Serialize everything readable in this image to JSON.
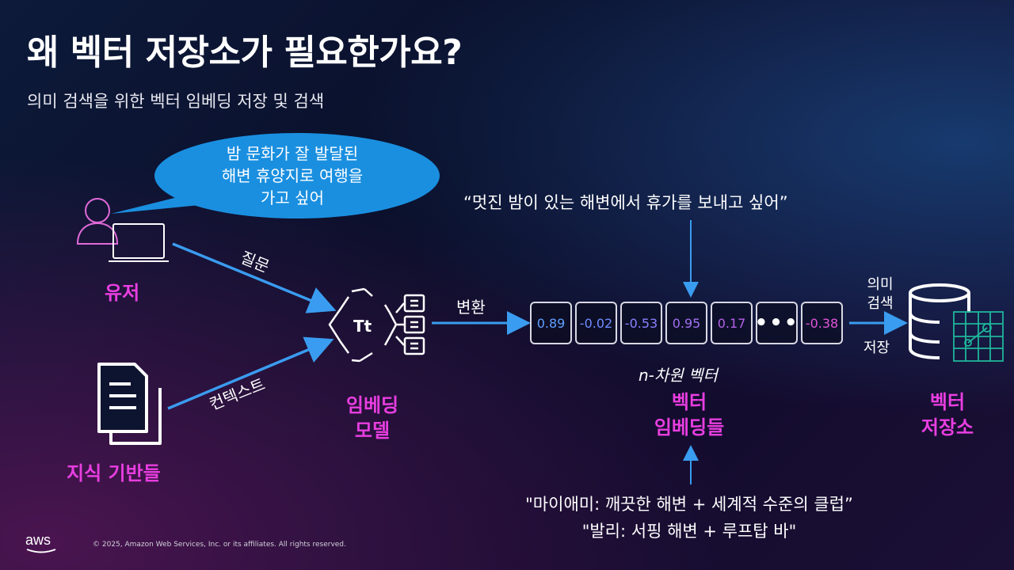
{
  "title": "왜 벡터 저장소가 필요한가요?",
  "subtitle": "의미 검색을 위한 벡터 임베딩 저장 및 검색",
  "bubble": {
    "lines": [
      "밤 문화가 잘 발달된",
      "해변 휴양지로 여행을",
      "가고 싶어"
    ]
  },
  "user_label": "유저",
  "knowledge_label": "지식 기반들",
  "question_label": "질문",
  "context_label": "컨텍스트",
  "embed_model_label": [
    "임베딩",
    "모델"
  ],
  "convert_label": "변환",
  "quote_top": "“멋진 밤이 있는 해변에서 휴가를 보내고 싶어”",
  "vector": {
    "values": [
      {
        "text": "0.89",
        "color": "#5fa0ff"
      },
      {
        "text": "-0.02",
        "color": "#6f8cff"
      },
      {
        "text": "-0.53",
        "color": "#8a80ff"
      },
      {
        "text": "0.95",
        "color": "#a070f0"
      },
      {
        "text": "0.17",
        "color": "#b560e8"
      },
      {
        "text": "•••",
        "color": "#ffffff"
      },
      {
        "text": "-0.38",
        "color": "#e055d8"
      }
    ],
    "caption": "n-차원 벡터"
  },
  "vector_embeddings_label": [
    "벡터",
    "임베딩들"
  ],
  "semantic_search_label": [
    "의미",
    "검색"
  ],
  "store_label": "저장",
  "vector_store_label": [
    "벡터",
    "저장소"
  ],
  "quote_bottom": [
    "\"마이애미: 깨끗한 해변 + 세계적 수준의 클럽”",
    "\"발리: 서핑 해변 + 루프탑 바\""
  ],
  "footer": "© 2025, Amazon Web Services, Inc. or its affiliates. All rights reserved.",
  "brand": "aws",
  "colors": {
    "accent_magenta": "#e83ee0",
    "arrow_blue": "#3a9cf0",
    "bubble_blue": "#1a8fe0",
    "db_green": "#1fb59a"
  },
  "icons": [
    "user-icon",
    "laptop-icon",
    "document-icon",
    "embedding-model-icon",
    "database-icon",
    "vector-grid-icon"
  ]
}
